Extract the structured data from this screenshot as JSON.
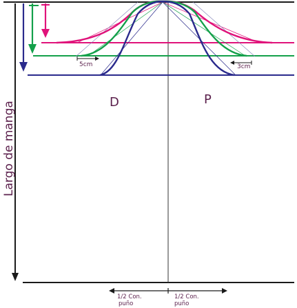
{
  "labels": {
    "front": "D",
    "back": "P",
    "sleeve_length": "Largo de manga",
    "left_offset": "5cm",
    "right_offset": "3cm",
    "cuff_left_line1": "1/2 Con.",
    "cuff_left_line2": "puño",
    "cuff_right_line1": "1/2 Con.",
    "cuff_right_line2": "puño"
  },
  "colors": {
    "black": "#1a1a1a",
    "magenta": "#e0127a",
    "green": "#13a04a",
    "navy": "#2a2a8c",
    "text": "#5a1f4b"
  }
}
